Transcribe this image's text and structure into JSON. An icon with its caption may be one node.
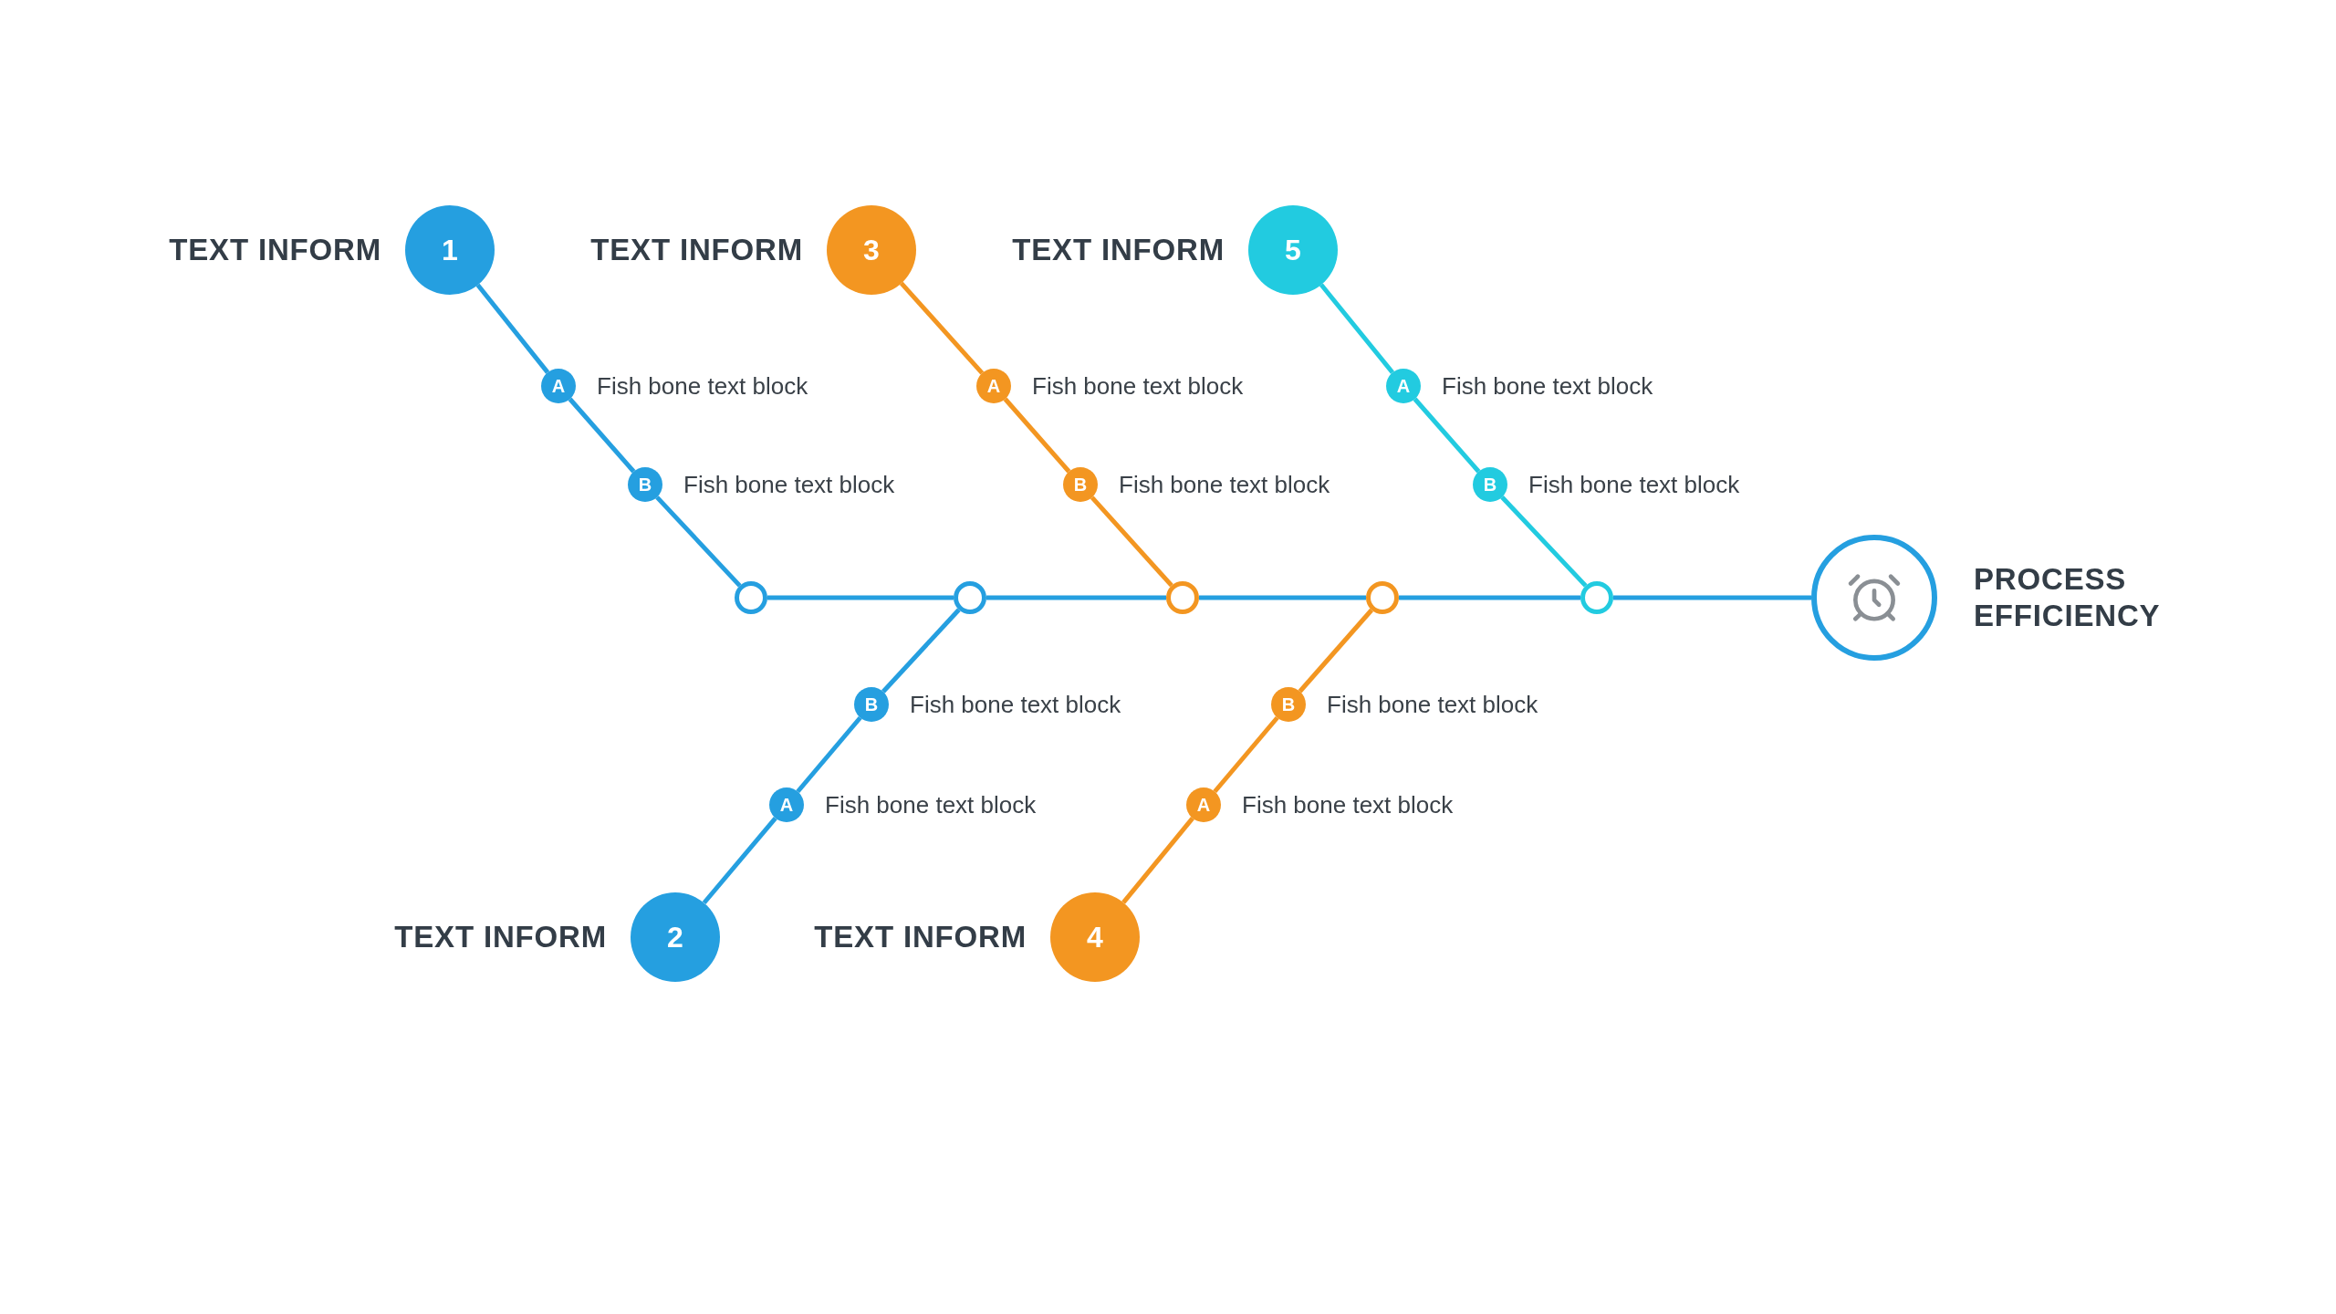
{
  "diagram": {
    "nodes": [
      {
        "text": [
          "1"
        ],
        "beside": [
          "TEXT INFORM"
        ]
      },
      {
        "text": [
          "A"
        ],
        "beside": [
          "Fish bone text block"
        ]
      },
      {
        "text": [
          "B"
        ],
        "beside": [
          "Fish bone text block"
        ]
      },
      {
        "text": [
          "3"
        ],
        "beside": [
          "TEXT INFORM"
        ]
      },
      {
        "text": [
          "A"
        ],
        "beside": [
          "Fish bone text block"
        ]
      },
      {
        "text": [
          "B"
        ],
        "beside": [
          "Fish bone text block"
        ]
      },
      {
        "text": [
          "5"
        ],
        "beside": [
          "TEXT INFORM"
        ]
      },
      {
        "text": [
          "A"
        ],
        "beside": [
          "Fish bone text block"
        ]
      },
      {
        "text": [
          "B"
        ],
        "beside": [
          "Fish bone text block"
        ]
      },
      {
        "text": [],
        "shape": "circle"
      },
      {
        "text": [],
        "shape": "circle"
      },
      {
        "text": [],
        "shape": "circle"
      },
      {
        "text": [],
        "shape": "circle"
      },
      {
        "text": [],
        "shape": "circle"
      },
      {
        "text": [],
        "shape": "circle",
        "beside": [
          "PROCESS EFFICIENCY"
        ]
      },
      {
        "text": [
          "B"
        ],
        "beside": [
          "Fish bone text block"
        ]
      },
      {
        "text": [
          "A"
        ],
        "beside": [
          "Fish bone text block"
        ]
      },
      {
        "text": [
          "2"
        ],
        "beside": [
          "TEXT INFORM"
        ]
      },
      {
        "text": [
          "B"
        ],
        "beside": [
          "Fish bone text block"
        ]
      },
      {
        "text": [
          "A"
        ],
        "beside": [
          "Fish bone text block"
        ]
      },
      {
        "text": [
          "4"
        ],
        "beside": [
          "TEXT INFORM"
        ]
      }
    ],
    "edges": [
      {
        "from": 0,
        "to": 1,
        "arrow": "none"
      },
      {
        "from": 1,
        "to": 2,
        "arrow": "none"
      },
      {
        "from": 2,
        "to": 9,
        "arrow": "none"
      },
      {
        "from": 3,
        "to": 4,
        "arrow": "none",
        "color": "#f39621"
      },
      {
        "from": 4,
        "to": 5,
        "arrow": "none",
        "color": "#f39621"
      },
      {
        "from": 5,
        "to": 11,
        "arrow": "none",
        "color": "#f39621"
      },
      {
        "from": 6,
        "to": 7,
        "arrow": "none",
        "color": "#22cbe0"
      },
      {
        "from": 7,
        "to": 8,
        "arrow": "none",
        "color": "#22cbe0"
      },
      {
        "from": 8,
        "to": 13,
        "arrow": "none",
        "color": "#22cbe0"
      },
      {
        "from": 9,
        "to": 10,
        "arrow": "none"
      },
      {
        "from": 10,
        "to": 11,
        "arrow": "none"
      },
      {
        "from": 11,
        "to": 12,
        "arrow": "none"
      },
      {
        "from": 12,
        "to": 13,
        "arrow": "none"
      },
      {
        "from": 13,
        "to": 14,
        "arrow": "none"
      },
      {
        "from": 10,
        "to": 15,
        "arrow": "none"
      },
      {
        "from": 15,
        "to": 16,
        "arrow": "none"
      },
      {
        "from": 16,
        "to": 17,
        "arrow": "none"
      },
      {
        "from": 12,
        "to": 18,
        "arrow": "none",
        "color": "#f39621"
      },
      {
        "from": 18,
        "to": 19,
        "arrow": "none",
        "color": "#f39621"
      },
      {
        "from": 19,
        "to": 20,
        "arrow": "none",
        "color": "#f39621"
      }
    ]
  }
}
